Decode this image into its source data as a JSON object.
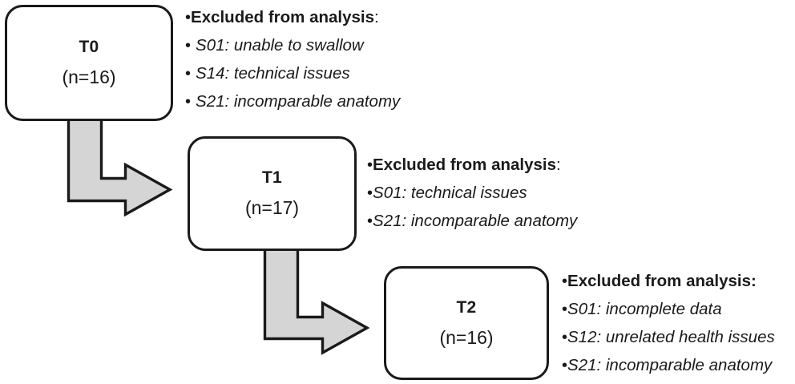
{
  "diagram": {
    "type": "participant-flow-chart",
    "bullet_glyph": "•",
    "colors": {
      "box_border": "#1a1a1a",
      "box_fill": "#ffffff",
      "arrow_fill": "#d5d5d5",
      "arrow_stroke": "#1a1a1a",
      "text": "#1a1a1a"
    },
    "stages": [
      {
        "id": "t0",
        "title": "T0",
        "count": "(n=16)"
      },
      {
        "id": "t1",
        "title": "T1",
        "count": "(n=17)"
      },
      {
        "id": "t2",
        "title": "T2",
        "count": "(n=16)"
      }
    ],
    "notes": [
      {
        "for_stage": "t0",
        "heading": "Excluded from analysis",
        "heading_suffix": ":",
        "items": [
          "S01: unable to swallow",
          "S14: technical issues",
          "S21: incomparable anatomy"
        ]
      },
      {
        "for_stage": "t1",
        "heading": "Excluded from analysis",
        "heading_suffix": ":",
        "items": [
          "S01: technical issues",
          "S21: incomparable anatomy"
        ]
      },
      {
        "for_stage": "t2",
        "heading": "Excluded from analysis",
        "heading_suffix": ":",
        "items": [
          "S01: incomplete data",
          "S12: unrelated health issues",
          "S21: incomparable anatomy"
        ]
      }
    ],
    "connectors": [
      {
        "id": "t0-to-t1",
        "from": "t0",
        "to": "t1",
        "shape": "elbow-down-right"
      },
      {
        "id": "t1-to-t2",
        "from": "t1",
        "to": "t2",
        "shape": "elbow-down-right"
      }
    ]
  }
}
